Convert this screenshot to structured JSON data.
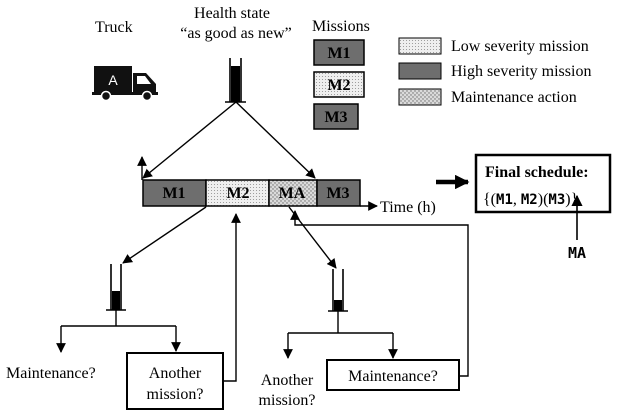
{
  "diagram": {
    "truck_label": "Truck",
    "truck_badge": "A",
    "health_state_line1": "Health state",
    "health_state_line2": "“as good as new”",
    "missions_header": "Missions",
    "mission_list": [
      "M1",
      "M2",
      "M3"
    ],
    "legend": {
      "low": "Low severity mission",
      "high": "High severity mission",
      "maint": "Maintenance action"
    },
    "timeline": {
      "segments": [
        "M1",
        "M2",
        "MA",
        "M3"
      ],
      "axis_label": "Time (h)"
    },
    "final": {
      "title": "Final schedule:",
      "open": "{(",
      "m1": "M1",
      "comma": ", ",
      "m2": "M2",
      "mid": ")(",
      "m3": "M3",
      "close": ")}",
      "ma_label": "MA"
    },
    "branches": {
      "left_maintenance": "Maintenance?",
      "left_another_1": "Another",
      "left_another_2": "mission?",
      "right_another_1": "Another",
      "right_another_2": "mission?",
      "right_maintenance": "Maintenance?"
    },
    "colors": {
      "high": "#6e6e6e",
      "low_bg": "#ececec",
      "maint_bg": "#d4d4d4",
      "ink": "#000000"
    },
    "icons": [
      "truck-icon",
      "health-gauge-icon"
    ]
  }
}
